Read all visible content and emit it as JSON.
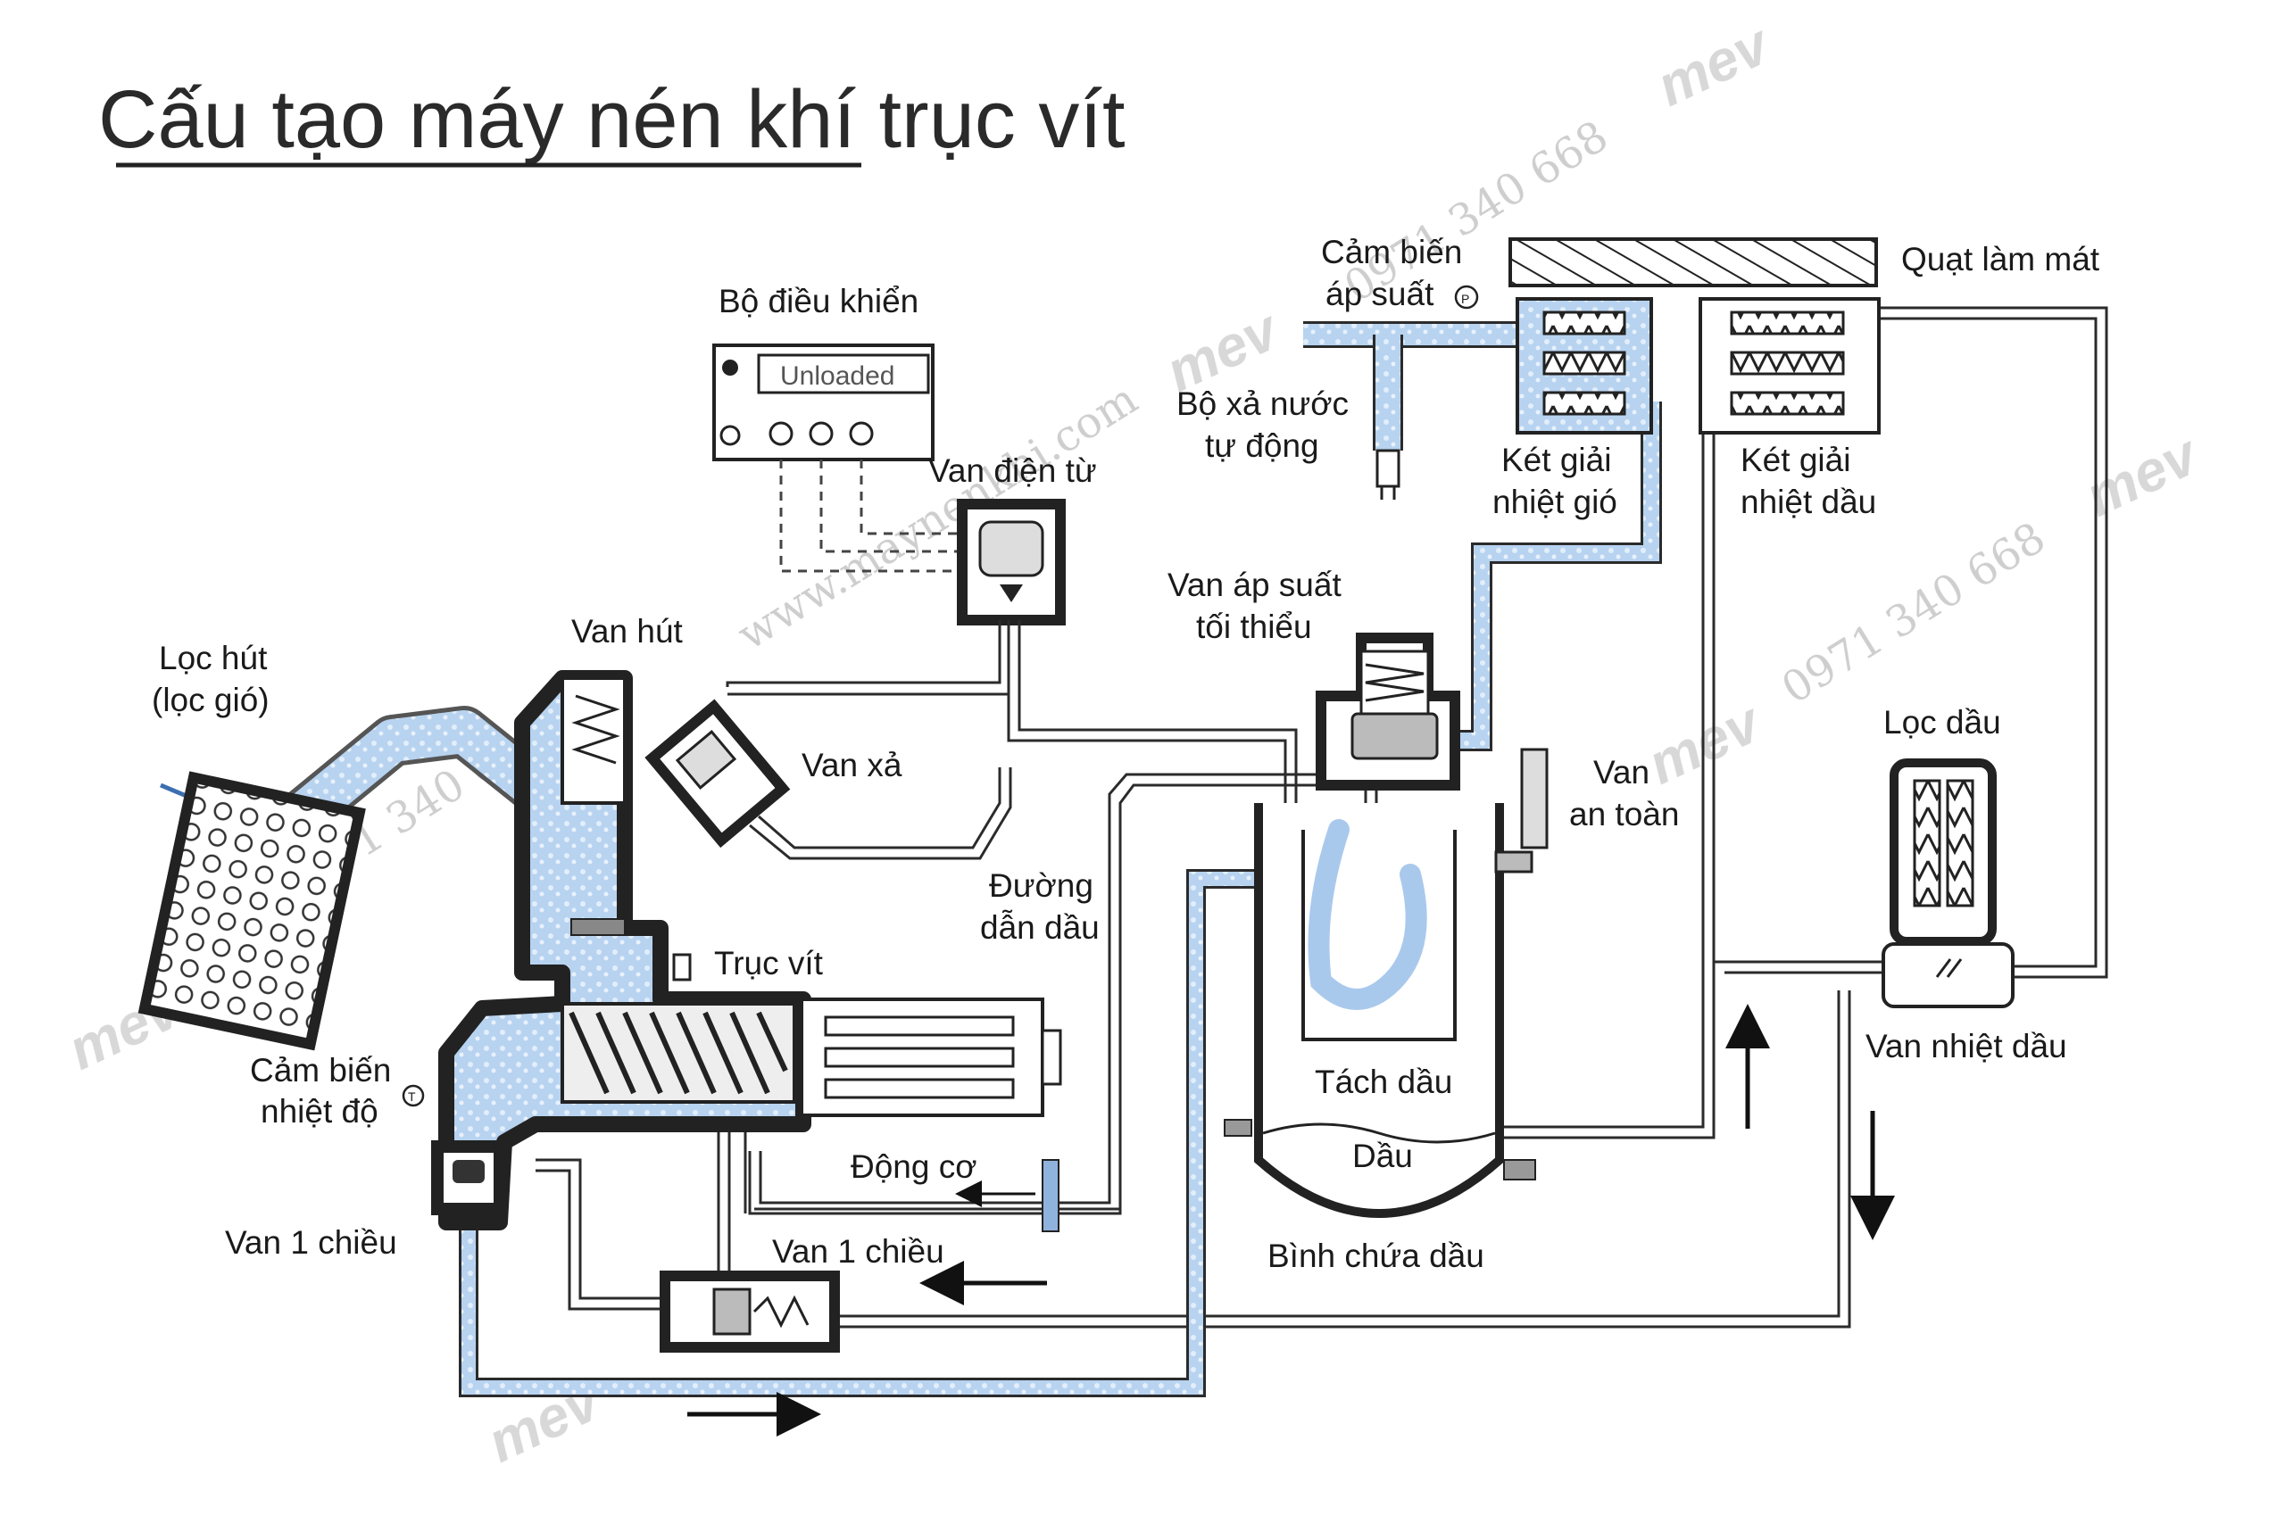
{
  "title": "Cấu tạo máy nén khí trục vít",
  "display_text": "Unloaded",
  "labels": {
    "controller": "Bộ điều khiển",
    "solenoid_valve": "Van điện từ",
    "pressure_sensor_1": "Cảm biến",
    "pressure_sensor_2": "áp suất",
    "cooling_fan": "Quạt làm mát",
    "auto_drain_1": "Bộ xả nước",
    "auto_drain_2": "tự động",
    "air_cooler_1": "Két giải",
    "air_cooler_2": "nhiệt gió",
    "oil_cooler_1": "Két giải",
    "oil_cooler_2": "nhiệt dầu",
    "intake_filter_1": "Lọc hút",
    "intake_filter_2": "(lọc gió)",
    "intake_valve": "Van hút",
    "min_pressure_valve_1": "Van áp suất",
    "min_pressure_valve_2": "tối thiểu",
    "blowdown_valve": "Van xả",
    "safety_valve_1": "Van",
    "safety_valve_2": "an toàn",
    "oil_line_1": "Đường",
    "oil_line_2": "dẫn dầu",
    "oil_filter": "Lọc dầu",
    "screw_rotor": "Trục vít",
    "temp_sensor_1": "Cảm biến",
    "temp_sensor_2": "nhiệt độ",
    "oil_separator": "Tách dầu",
    "oil": "Dầu",
    "oil_thermostat": "Van nhiệt dầu",
    "motor": "Động cơ",
    "check_valve_left": "Van 1 chiều",
    "check_valve_bottom": "Van 1 chiều",
    "oil_tank": "Bình chứa dầu"
  },
  "watermarks": {
    "phone": "0971 340 668",
    "brand": "mev",
    "site": "www.maynenkhi.com"
  },
  "colors": {
    "air_flow": "#a9c9ec",
    "air_flow_light": "#d9e8f8",
    "housing": "#1f1f1f",
    "line": "#2b2b2b"
  }
}
